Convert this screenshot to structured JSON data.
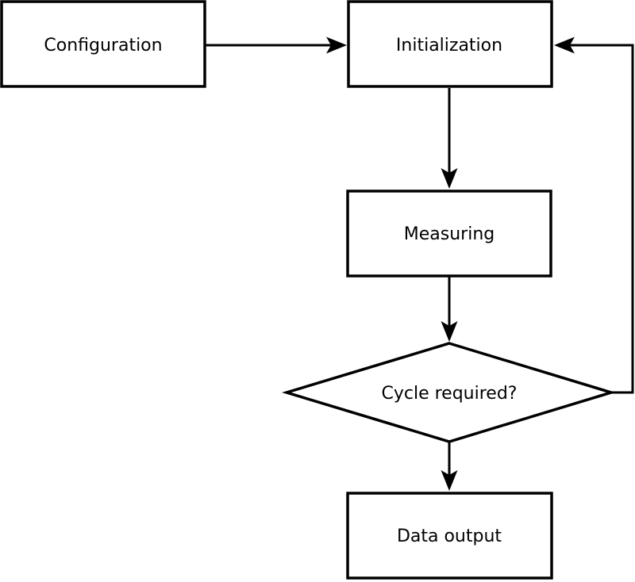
{
  "diagram": {
    "type": "flowchart",
    "colors": {
      "background": "#ffffff",
      "line": "#000000",
      "text": "#000000",
      "node_fill": "#ffffff"
    },
    "nodes": [
      {
        "id": "configuration",
        "type": "process",
        "label": "Configuration"
      },
      {
        "id": "initialization",
        "type": "process",
        "label": "Initialization"
      },
      {
        "id": "measuring",
        "type": "process",
        "label": "Measuring"
      },
      {
        "id": "cycle-required",
        "type": "decision",
        "label": "Cycle required?"
      },
      {
        "id": "data-output",
        "type": "process",
        "label": "Data output"
      }
    ],
    "edges": [
      {
        "from": "configuration",
        "to": "initialization",
        "direction": "right"
      },
      {
        "from": "initialization",
        "to": "measuring",
        "direction": "down"
      },
      {
        "from": "measuring",
        "to": "cycle-required",
        "direction": "down"
      },
      {
        "from": "cycle-required",
        "to": "data-output",
        "direction": "down"
      },
      {
        "from": "cycle-required",
        "to": "initialization",
        "direction": "right-then-up",
        "kind": "feedback-loop"
      }
    ]
  }
}
